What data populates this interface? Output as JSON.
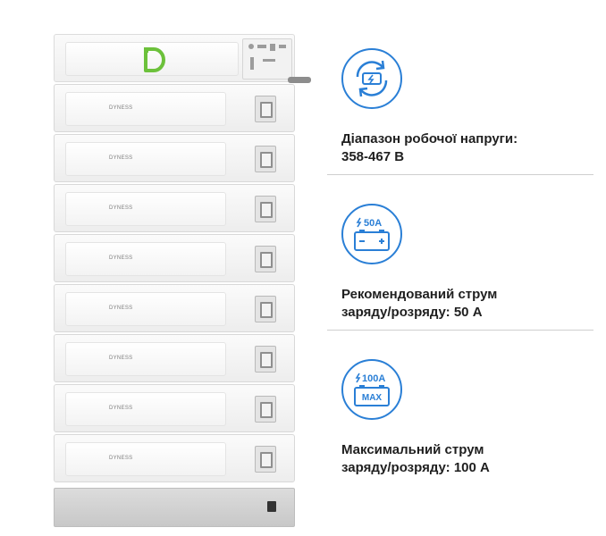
{
  "product": {
    "brand_logo": "DYNESS",
    "module_count": 8
  },
  "features": [
    {
      "icon": "voltage-cycle-icon",
      "line1": "Діапазон робочої напруги:",
      "line2": "358-467 В"
    },
    {
      "icon": "battery-50a-icon",
      "icon_text": "50A",
      "line1": "Рекомендований струм",
      "line2": "заряду/розряду: 50 А"
    },
    {
      "icon": "battery-100a-max-icon",
      "icon_text": "100A",
      "icon_badge": "MAX",
      "line1": "Максимальний струм",
      "line2": "заряду/розряду: 100 А"
    }
  ],
  "colors": {
    "accent_blue": "#2a7fd6",
    "brand_green": "#6cc13b",
    "text": "#1f1f1f"
  }
}
